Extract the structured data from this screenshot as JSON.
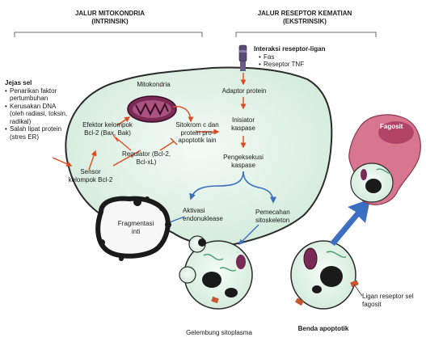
{
  "headers": {
    "intrinsic_title": "JALUR MITOKONDRIA",
    "intrinsic_sub": "(INTRINSIK)",
    "extrinsic_title": "JALUR RESEPTOR KEMATIAN",
    "extrinsic_sub": "(EKSTRINSIK)"
  },
  "stimuli": {
    "title": "Jejas sel",
    "items": [
      "Penarikan faktor pertumbuhan",
      "Kerusakan DNA (oleh radiasi, toksin, radikal)",
      "Salah lipat protein (stres ER)"
    ]
  },
  "receptor": {
    "title": "Interaksi reseptor-ligan",
    "items": [
      "Fas",
      "Reseptor TNF"
    ]
  },
  "labels": {
    "mitochondria": "Mitokondria",
    "sensor": "Sensor kelompok Bcl-2",
    "effector": "Efektor kelompok Bcl-2 (Bax, Bak)",
    "regulator": "Regulator (Bcl-2, Bcl-xL)",
    "cytochrome": "Sitokrom c dan protein pro-apoptotik lain",
    "adaptor": "Adaptor protein",
    "initiator": "Inisiator kaspase",
    "executioner": "Pengeksekusi kaspase",
    "endonuclease": "Aktivasi endonuklease",
    "cytoskeleton": "Pemecahan sitoskeleton",
    "fragmentation": "Fragmentasi inti",
    "bleb": "Gelembung sitoplasma",
    "apoptotic_body": "Benda apoptotik",
    "ligand": "Ligan reseptor sel fagosit",
    "phagocyte": "Fagosit"
  },
  "colors": {
    "cell_fill": "#e4f4ea",
    "cell_stroke": "#2a2a2a",
    "arrow_red": "#e04a1f",
    "arrow_blue": "#3c6fbf",
    "phagocyte": "#d7768e",
    "mito": "#7a2a55"
  }
}
